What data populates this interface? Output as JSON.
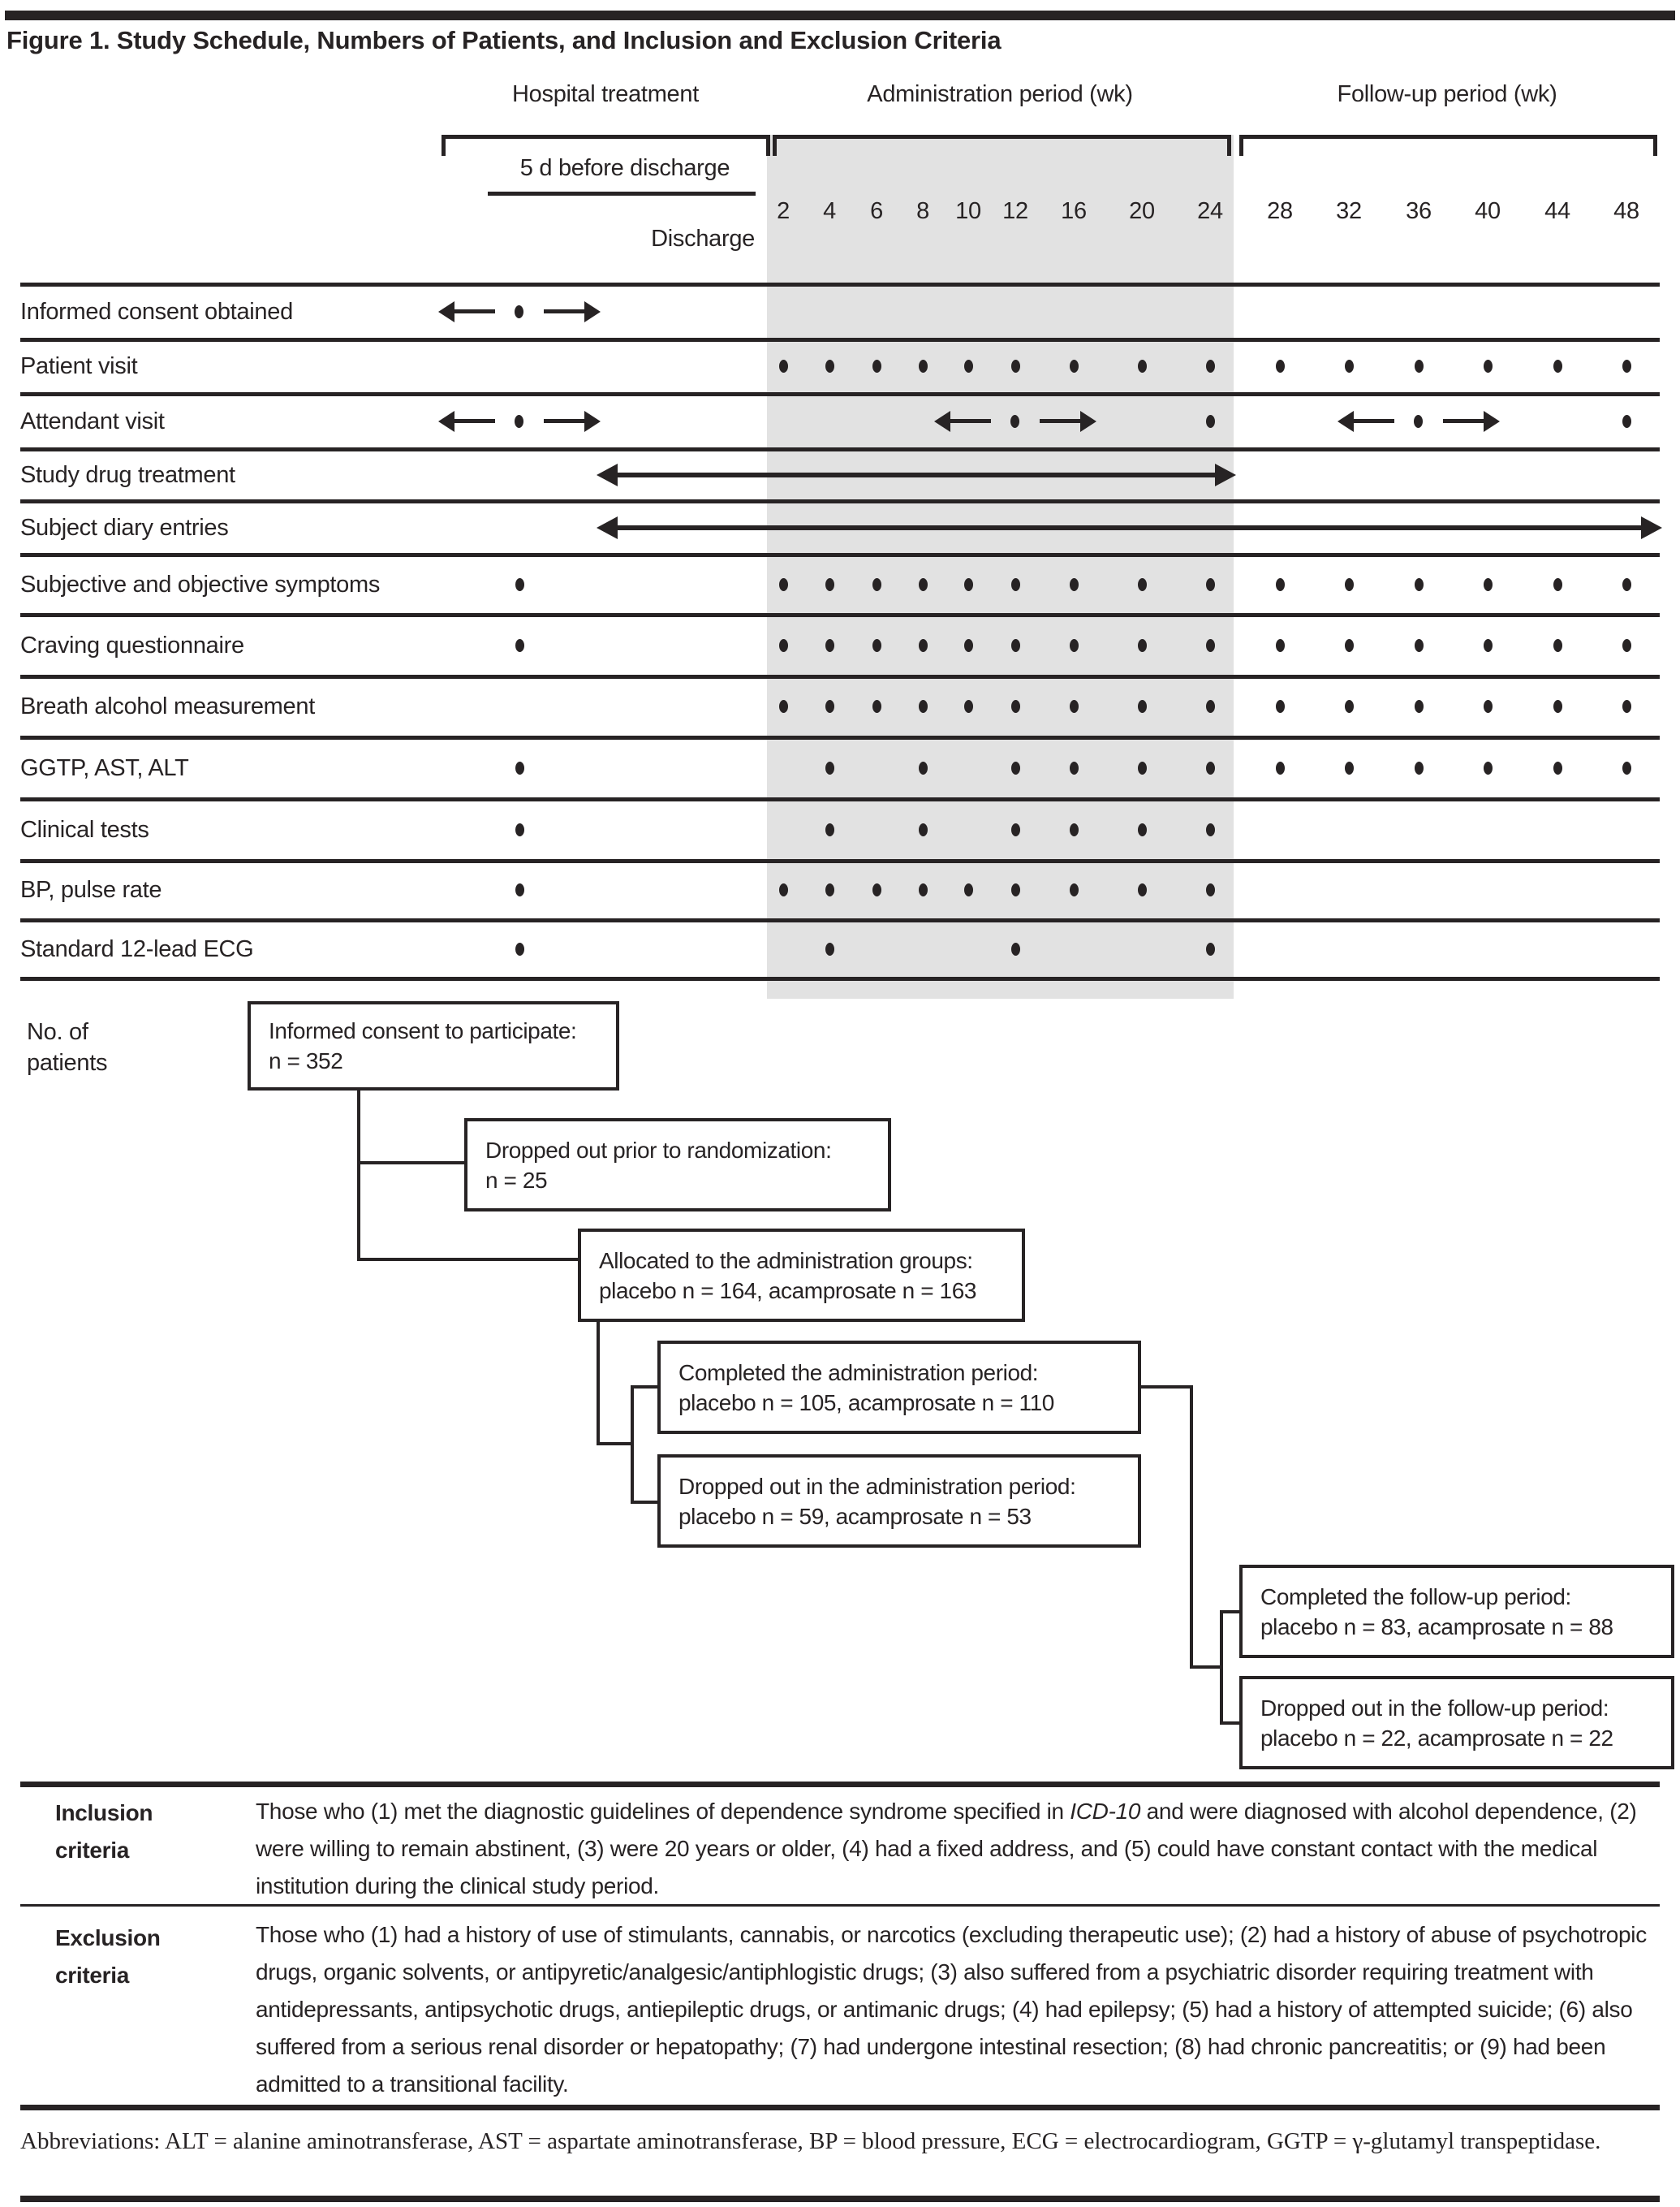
{
  "figure": {
    "title": "Figure 1. Study Schedule, Numbers of Patients, and Inclusion and Exclusion Criteria"
  },
  "colors": {
    "ink": "#272324",
    "gray_band": "#e2e2e2"
  },
  "schedule": {
    "columns": {
      "hospital_label": "Hospital treatment",
      "admin_label": "Administration period (wk)",
      "followup_label": "Follow-up period (wk)",
      "before_discharge": "5 d before discharge",
      "discharge": "Discharge",
      "admin_weeks": [
        "2",
        "4",
        "6",
        "8",
        "10",
        "12",
        "16",
        "20",
        "24"
      ],
      "followup_weeks": [
        "28",
        "32",
        "36",
        "40",
        "44",
        "48"
      ]
    },
    "rows": [
      {
        "label": "Informed consent obtained",
        "hospital": "window",
        "weeks": [],
        "windows": []
      },
      {
        "label": "Patient visit",
        "hospital": "none",
        "weeks": [
          2,
          4,
          6,
          8,
          10,
          12,
          16,
          20,
          24,
          28,
          32,
          36,
          40,
          44,
          48
        ],
        "windows": []
      },
      {
        "label": "Attendant visit",
        "hospital": "window",
        "weeks": [
          24,
          48
        ],
        "windows": [
          12,
          36
        ]
      },
      {
        "label": "Study drug treatment",
        "hospital": "none",
        "weeks": [],
        "windows": [],
        "span": {
          "from": "discharge",
          "to": "admin_end"
        }
      },
      {
        "label": "Subject diary entries",
        "hospital": "none",
        "weeks": [],
        "windows": [],
        "span": {
          "from": "discharge",
          "to": "figure_end"
        }
      },
      {
        "label": "Subjective and objective symptoms",
        "hospital": "dot",
        "weeks": [
          2,
          4,
          6,
          8,
          10,
          12,
          16,
          20,
          24,
          28,
          32,
          36,
          40,
          44,
          48
        ],
        "windows": []
      },
      {
        "label": "Craving questionnaire",
        "hospital": "dot",
        "weeks": [
          2,
          4,
          6,
          8,
          10,
          12,
          16,
          20,
          24,
          28,
          32,
          36,
          40,
          44,
          48
        ],
        "windows": []
      },
      {
        "label": "Breath alcohol measurement",
        "hospital": "none",
        "weeks": [
          2,
          4,
          6,
          8,
          10,
          12,
          16,
          20,
          24,
          28,
          32,
          36,
          40,
          44,
          48
        ],
        "windows": []
      },
      {
        "label": "GGTP, AST, ALT",
        "hospital": "dot",
        "weeks": [
          4,
          8,
          12,
          16,
          20,
          24,
          28,
          32,
          36,
          40,
          44,
          48
        ],
        "windows": []
      },
      {
        "label": "Clinical tests",
        "hospital": "dot",
        "weeks": [
          4,
          8,
          12,
          16,
          20,
          24
        ],
        "windows": []
      },
      {
        "label": "BP, pulse rate",
        "hospital": "dot",
        "weeks": [
          2,
          4,
          6,
          8,
          10,
          12,
          16,
          20,
          24
        ],
        "windows": []
      },
      {
        "label": "Standard 12-lead ECG",
        "hospital": "dot",
        "weeks": [
          4,
          12,
          24
        ],
        "windows": []
      }
    ]
  },
  "flow": {
    "axis_label": "No. of patients",
    "boxes": [
      {
        "line1": "Informed consent to participate:",
        "line2": "n = 352"
      },
      {
        "line1": "Dropped out prior to randomization:",
        "line2": "n = 25"
      },
      {
        "line1": "Allocated to the administration groups:",
        "line2": "placebo n = 164, acamprosate n = 163"
      },
      {
        "line1": "Completed the administration period:",
        "line2": "placebo n = 105, acamprosate n = 110"
      },
      {
        "line1": "Dropped out in the administration period:",
        "line2": "placebo n = 59, acamprosate n = 53"
      },
      {
        "line1": "Completed the follow-up period:",
        "line2": "placebo n = 83, acamprosate n = 88"
      },
      {
        "line1": "Dropped out in the follow-up period:",
        "line2": "placebo n = 22, acamprosate n = 22"
      }
    ]
  },
  "criteria": {
    "inclusion": {
      "label": "Inclusion criteria",
      "text_pre": "Those who (1) met the diagnostic guidelines of dependence syndrome specified in ",
      "text_italic": "ICD-10",
      "text_post": " and were diagnosed with alcohol dependence, (2) were willing to remain abstinent, (3) were 20 years or older, (4) had a fixed address, and (5) could have constant contact with the medical institution during the clinical study period."
    },
    "exclusion": {
      "label": "Exclusion criteria",
      "text": "Those who (1) had a history of use of stimulants, cannabis, or narcotics (excluding therapeutic use); (2) had a history of abuse of psychotropic drugs, organic solvents, or antipyretic/analgesic/antiphlogistic drugs; (3) also suffered from a psychiatric disorder requiring treatment with antidepressants, antipsychotic drugs, antiepileptic drugs, or antimanic drugs; (4) had epilepsy; (5) had a history of attempted suicide; (6) also suffered from a serious renal disorder or hepatopathy; (7) had undergone intestinal resection; (8) had chronic pancreatitis; or (9) had been admitted to a transitional facility."
    }
  },
  "abbreviations": "Abbreviations: ALT = alanine aminotransferase, AST = aspartate aminotransferase, BP = blood pressure, ECG = electrocardiogram, GGTP = γ-glutamyl transpeptidase."
}
